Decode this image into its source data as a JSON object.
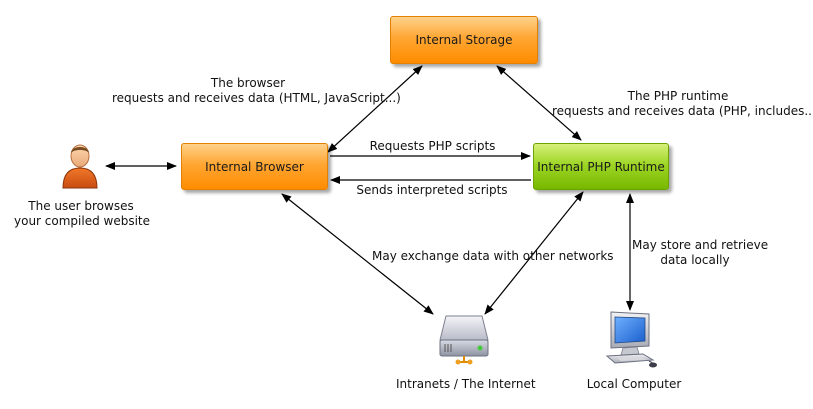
{
  "nodes": {
    "storage": "Internal Storage",
    "browser": "Internal Browser",
    "runtime": "Internal PHP Runtime"
  },
  "labels": {
    "browser_requests": [
      "The browser",
      "requests and receives data (HTML, JavaScript...)"
    ],
    "runtime_requests": [
      "The PHP runtime",
      "requests and receives data (PHP, includes...)"
    ],
    "requests_php": "Requests PHP scripts",
    "sends_interpreted": "Sends interpreted scripts",
    "exchange_networks": "May exchange data with other networks",
    "store_locally": [
      "May store and retrieve",
      "data locally"
    ],
    "user": [
      "The user browses",
      "your compiled website"
    ],
    "network": "Intranets / The Internet",
    "local_computer": "Local Computer"
  },
  "colors": {
    "orange": "#ff9a10",
    "green": "#8cc815",
    "arrow": "#000000"
  },
  "icons": {
    "user": "person-icon",
    "network": "server-icon",
    "computer": "computer-icon"
  }
}
